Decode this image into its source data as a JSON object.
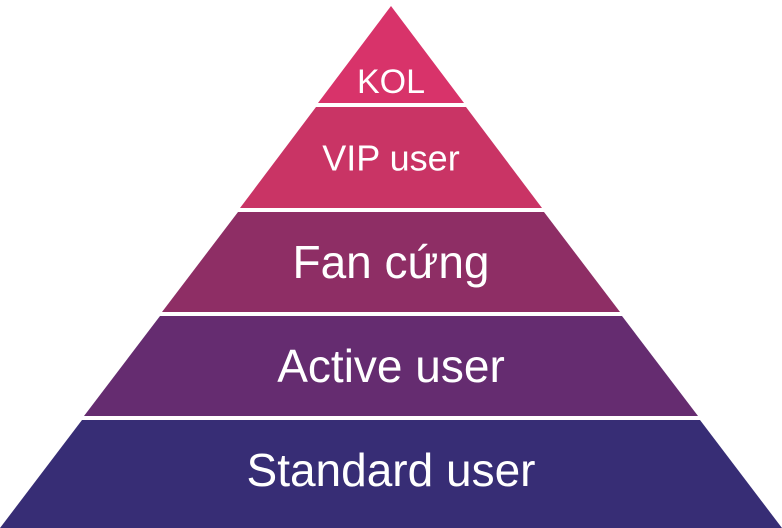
{
  "pyramid": {
    "tiers": [
      {
        "label": "KOL",
        "color": "#D8336A"
      },
      {
        "label": "VIP user",
        "color": "#C93465"
      },
      {
        "label": "Fan cứng",
        "color": "#8E2E65"
      },
      {
        "label": "Active user",
        "color": "#652C70"
      },
      {
        "label": "Standard user",
        "color": "#372D75"
      }
    ],
    "divider_color": "#ffffff"
  }
}
